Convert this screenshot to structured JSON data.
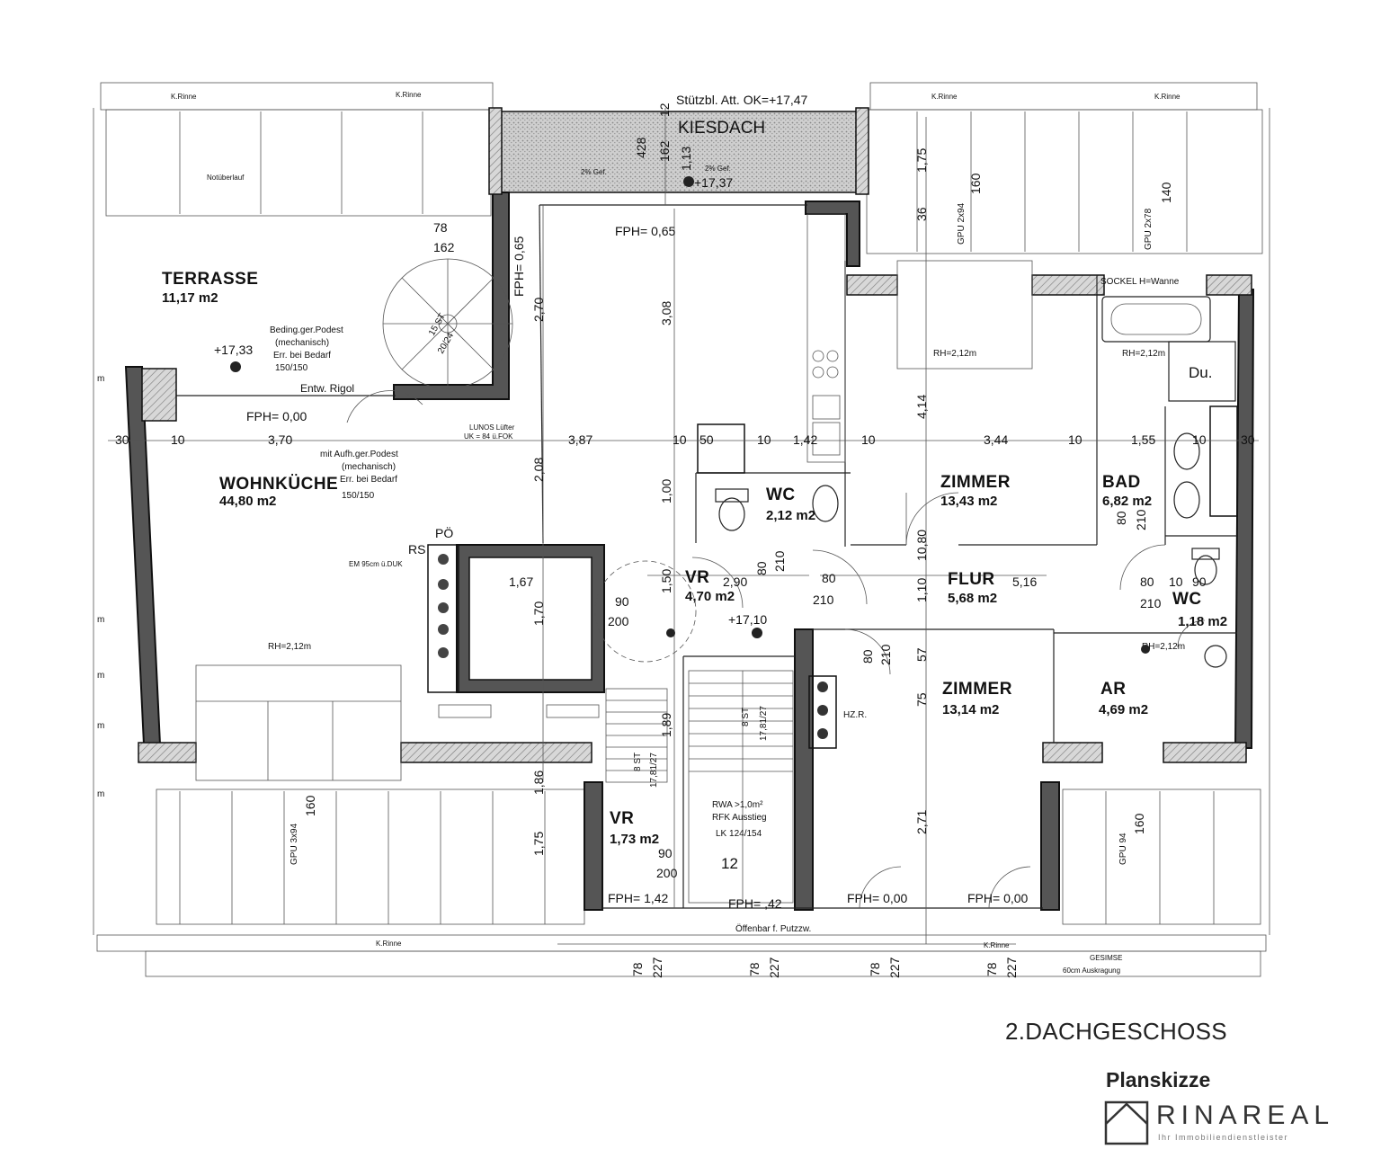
{
  "plan": {
    "rooms": [
      {
        "key": "terrasse",
        "name": "TERRASSE",
        "area": "11,17 m2"
      },
      {
        "key": "wohnkueche",
        "name": "WOHNKÜCHE",
        "area": "44,80 m2"
      },
      {
        "key": "wc1",
        "name": "WC",
        "area": "2,12 m2"
      },
      {
        "key": "zimmer1",
        "name": "ZIMMER",
        "area": "13,43 m2"
      },
      {
        "key": "bad",
        "name": "BAD",
        "area": "6,82 m2"
      },
      {
        "key": "vr1",
        "name": "VR",
        "area": "4,70 m2"
      },
      {
        "key": "flur",
        "name": "FLUR",
        "area": "5,68 m2"
      },
      {
        "key": "wc2",
        "name": "WC",
        "area": "1,18 m2"
      },
      {
        "key": "zimmer2",
        "name": "ZIMMER",
        "area": "13,14 m2"
      },
      {
        "key": "ar",
        "name": "AR",
        "area": "4,69 m2"
      },
      {
        "key": "vr2",
        "name": "VR",
        "area": "1,73 m2"
      }
    ],
    "labels": {
      "kiesdach": "KIESDACH",
      "stuetzbl": "Stützbl. Att. OK=+17,47",
      "kote_kies": "+17,37",
      "kote_terrasse": "+17,33",
      "kote_vr": "+17,10",
      "fph_065a": "FPH= 0,65",
      "fph_065b": "FPH= 0,65",
      "fph_000a": "FPH= 0,00",
      "fph_000b": "FPH= 0,00",
      "fph_000c": "FPH= 0,00",
      "fph_142": "FPH= 1,42",
      "fph_42": "FPH= ,42",
      "rh_wohn": "RH=2,12m",
      "rh_zimmer": "RH=2,12m",
      "rh_bad": "RH=2,12m",
      "rh_ar": "RH=2,12m",
      "du": "Du.",
      "sockel": "SOCKEL H=Wanne",
      "entw": "Entw. Rigol",
      "notueberlauf": "Notüberlauf",
      "podest1": "Beding.ger.Podest",
      "podest1b": "(mechanisch)",
      "podest1c": "Err. bei Bedarf",
      "podest1d": "150/150",
      "podest2": "mit Aufh.ger.Podest",
      "podest2b": "(mechanisch)",
      "podest2c": "Err. bei Bedarf",
      "podest2d": "150/150",
      "lueftung": "LUNOS Lüfter",
      "lueftung2": "UK = 84 ü.FOK",
      "po": "PÖ",
      "rs": "RS",
      "em": "EM 95cm ü.DUK",
      "hzr": "HZ.R.",
      "rwa": "RWA >1,0m²",
      "rfk": "RFK Ausstieg",
      "lk": "LK 124/154",
      "oeffnbar": "Öffenbar f. Putzzw.",
      "krinne1": "K.Rinne",
      "krinne2": "K.Rinne",
      "krinne3": "K.Rinne",
      "krinne4": "K.Rinne",
      "krinne5": "K.Rinne",
      "krinne6": "K.Rinne",
      "gesimse": "GESIMSE",
      "auskragung": "60cm Auskragung",
      "gpu1": "GPU 2x94",
      "gpu2": "GPU 2x78",
      "gpu3": "GPU 3x94",
      "gpu4": "GPU 94",
      "gef1": "2% Gef.",
      "gef2": "2% Gef.",
      "st1": "8 ST",
      "st1b": "17,81/27",
      "st2": "8 ST",
      "st2b": "17,81/27",
      "spiral": "15 ST",
      "spiralb": "20/24",
      "twelve": "12"
    },
    "dims": {
      "d_30": "30",
      "d_10a": "10",
      "d_370": "3,70",
      "d_387": "3,87",
      "d_10b": "10",
      "d_50": "50",
      "d_10c": "10",
      "d_142": "1,42",
      "d_10d": "10",
      "d_344": "3,44",
      "d_10e": "10",
      "d_155": "1,55",
      "d_10f": "10",
      "d_30b": "30",
      "d_428": "428",
      "d_162v": "162",
      "d_113": "1,13",
      "d_12": "12",
      "d_78": "78",
      "d_162": "162",
      "d_270": "2,70",
      "d_308": "3,08",
      "d_414": "4,14",
      "d_208": "2,08",
      "d_100": "1,00",
      "d_175": "1,75",
      "d_36": "36",
      "d_160a": "160",
      "d_140": "140",
      "d_160b": "160",
      "d_160c": "160",
      "d_167": "1,67",
      "d_170": "1,70",
      "d_290": "2,90",
      "d_516": "5,16",
      "d_80a": "80",
      "d_210a": "210",
      "d_80b": "80",
      "d_210b": "210",
      "d_80c": "80",
      "d_210c": "210",
      "d_90a": "90",
      "d_200a": "200",
      "d_90b": "90",
      "d_200b": "200",
      "d_80d": "80",
      "d_210d": "210",
      "d_90c": "90",
      "d_10g": "10",
      "d_80e": "80",
      "d_210e": "210",
      "d_271": "2,71",
      "d_175b": "1,75",
      "d_186": "1,86",
      "d_150": "1,50",
      "d_75": "75",
      "d_57": "57",
      "d_110": "1,10",
      "d_1080": "10,80",
      "d_189": "1,89",
      "d_b78a": "78",
      "d_b227a": "227",
      "d_b78b": "78",
      "d_b227b": "227",
      "d_b78c": "78",
      "d_b227c": "227",
      "d_b78d": "78",
      "d_b227d": "227"
    },
    "side_marks": [
      "m",
      "m",
      "m",
      "m",
      "m"
    ]
  },
  "footer": {
    "title": "2.DACHGESCHOSS",
    "subtitle": "Planskizze",
    "logo_name": "RINAREAL",
    "logo_tag": "Ihr Immobiliendienstleister"
  }
}
